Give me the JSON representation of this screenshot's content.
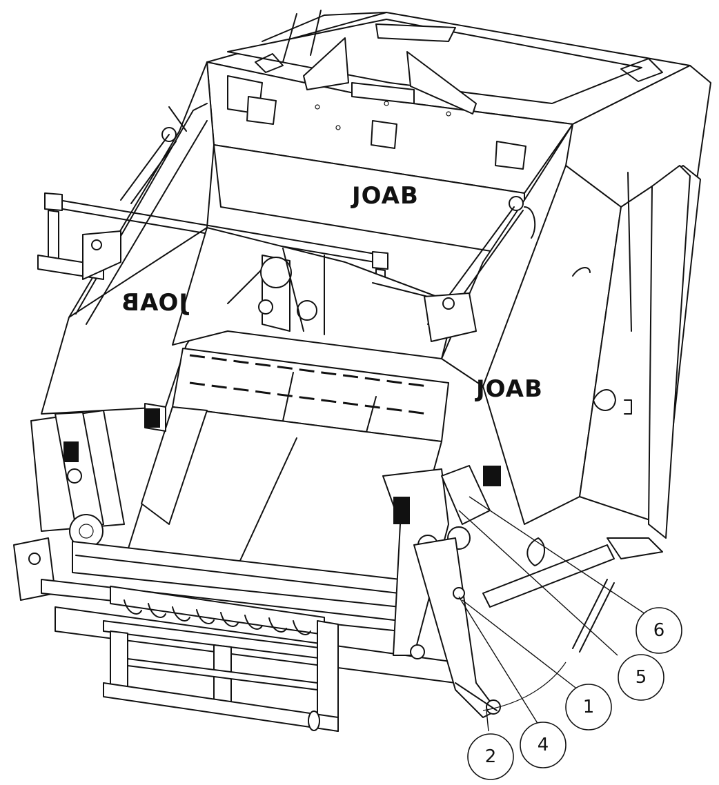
{
  "diagram": {
    "brand_marks": [
      "JOAB",
      "JOAB",
      "JOAB"
    ],
    "callouts": [
      {
        "id": "callout-1",
        "label": "1"
      },
      {
        "id": "callout-2",
        "label": "2"
      },
      {
        "id": "callout-4",
        "label": "4"
      },
      {
        "id": "callout-5",
        "label": "5"
      },
      {
        "id": "callout-6",
        "label": "6"
      }
    ]
  }
}
